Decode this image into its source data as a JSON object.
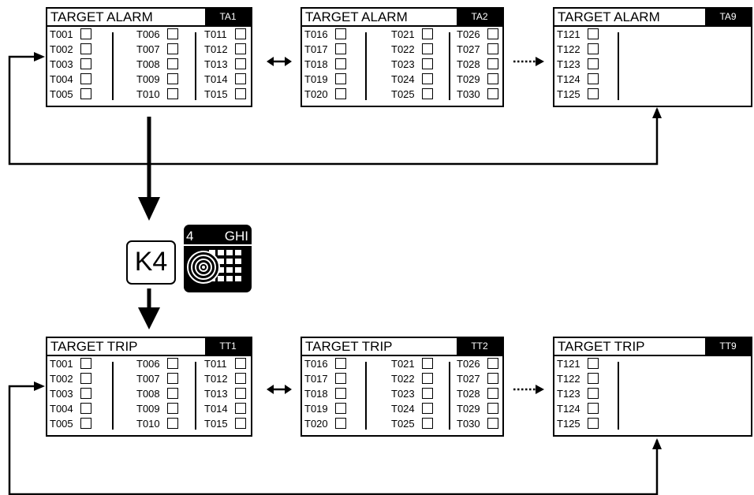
{
  "panels": [
    {
      "id": "ta1",
      "title": "TARGET ALARM",
      "badge": "TA1",
      "columns": [
        [
          "T001",
          "T002",
          "T003",
          "T004",
          "T005"
        ],
        [
          "T006",
          "T007",
          "T008",
          "T009",
          "T010"
        ],
        [
          "T011",
          "T012",
          "T013",
          "T014",
          "T015"
        ]
      ]
    },
    {
      "id": "ta2",
      "title": "TARGET ALARM",
      "badge": "TA2",
      "columns": [
        [
          "T016",
          "T017",
          "T018",
          "T019",
          "T020"
        ],
        [
          "T021",
          "T022",
          "T023",
          "T024",
          "T025"
        ],
        [
          "T026",
          "T027",
          "T028",
          "T029",
          "T030"
        ]
      ]
    },
    {
      "id": "ta9",
      "title": "TARGET ALARM",
      "badge": "TA9",
      "columns": [
        [
          "T121",
          "T122",
          "T123",
          "T124",
          "T125"
        ]
      ]
    },
    {
      "id": "tt1",
      "title": "TARGET TRIP",
      "badge": "TT1",
      "columns": [
        [
          "T001",
          "T002",
          "T003",
          "T004",
          "T005"
        ],
        [
          "T006",
          "T007",
          "T008",
          "T009",
          "T010"
        ],
        [
          "T011",
          "T012",
          "T013",
          "T014",
          "T015"
        ]
      ]
    },
    {
      "id": "tt2",
      "title": "TARGET TRIP",
      "badge": "TT2",
      "columns": [
        [
          "T016",
          "T017",
          "T018",
          "T019",
          "T020"
        ],
        [
          "T021",
          "T022",
          "T023",
          "T024",
          "T025"
        ],
        [
          "T026",
          "T027",
          "T028",
          "T029",
          "T030"
        ]
      ]
    },
    {
      "id": "tt9",
      "title": "TARGET TRIP",
      "badge": "TT9",
      "columns": [
        [
          "T121",
          "T122",
          "T123",
          "T124",
          "T125"
        ]
      ]
    }
  ],
  "key": {
    "label": "K4",
    "icon": "target-grid-icon",
    "icon_number": "4",
    "icon_letters": "GHI"
  },
  "connectors": {
    "bidirectional": "double-arrow-icon",
    "continuation": "dotted-arrow-icon"
  }
}
